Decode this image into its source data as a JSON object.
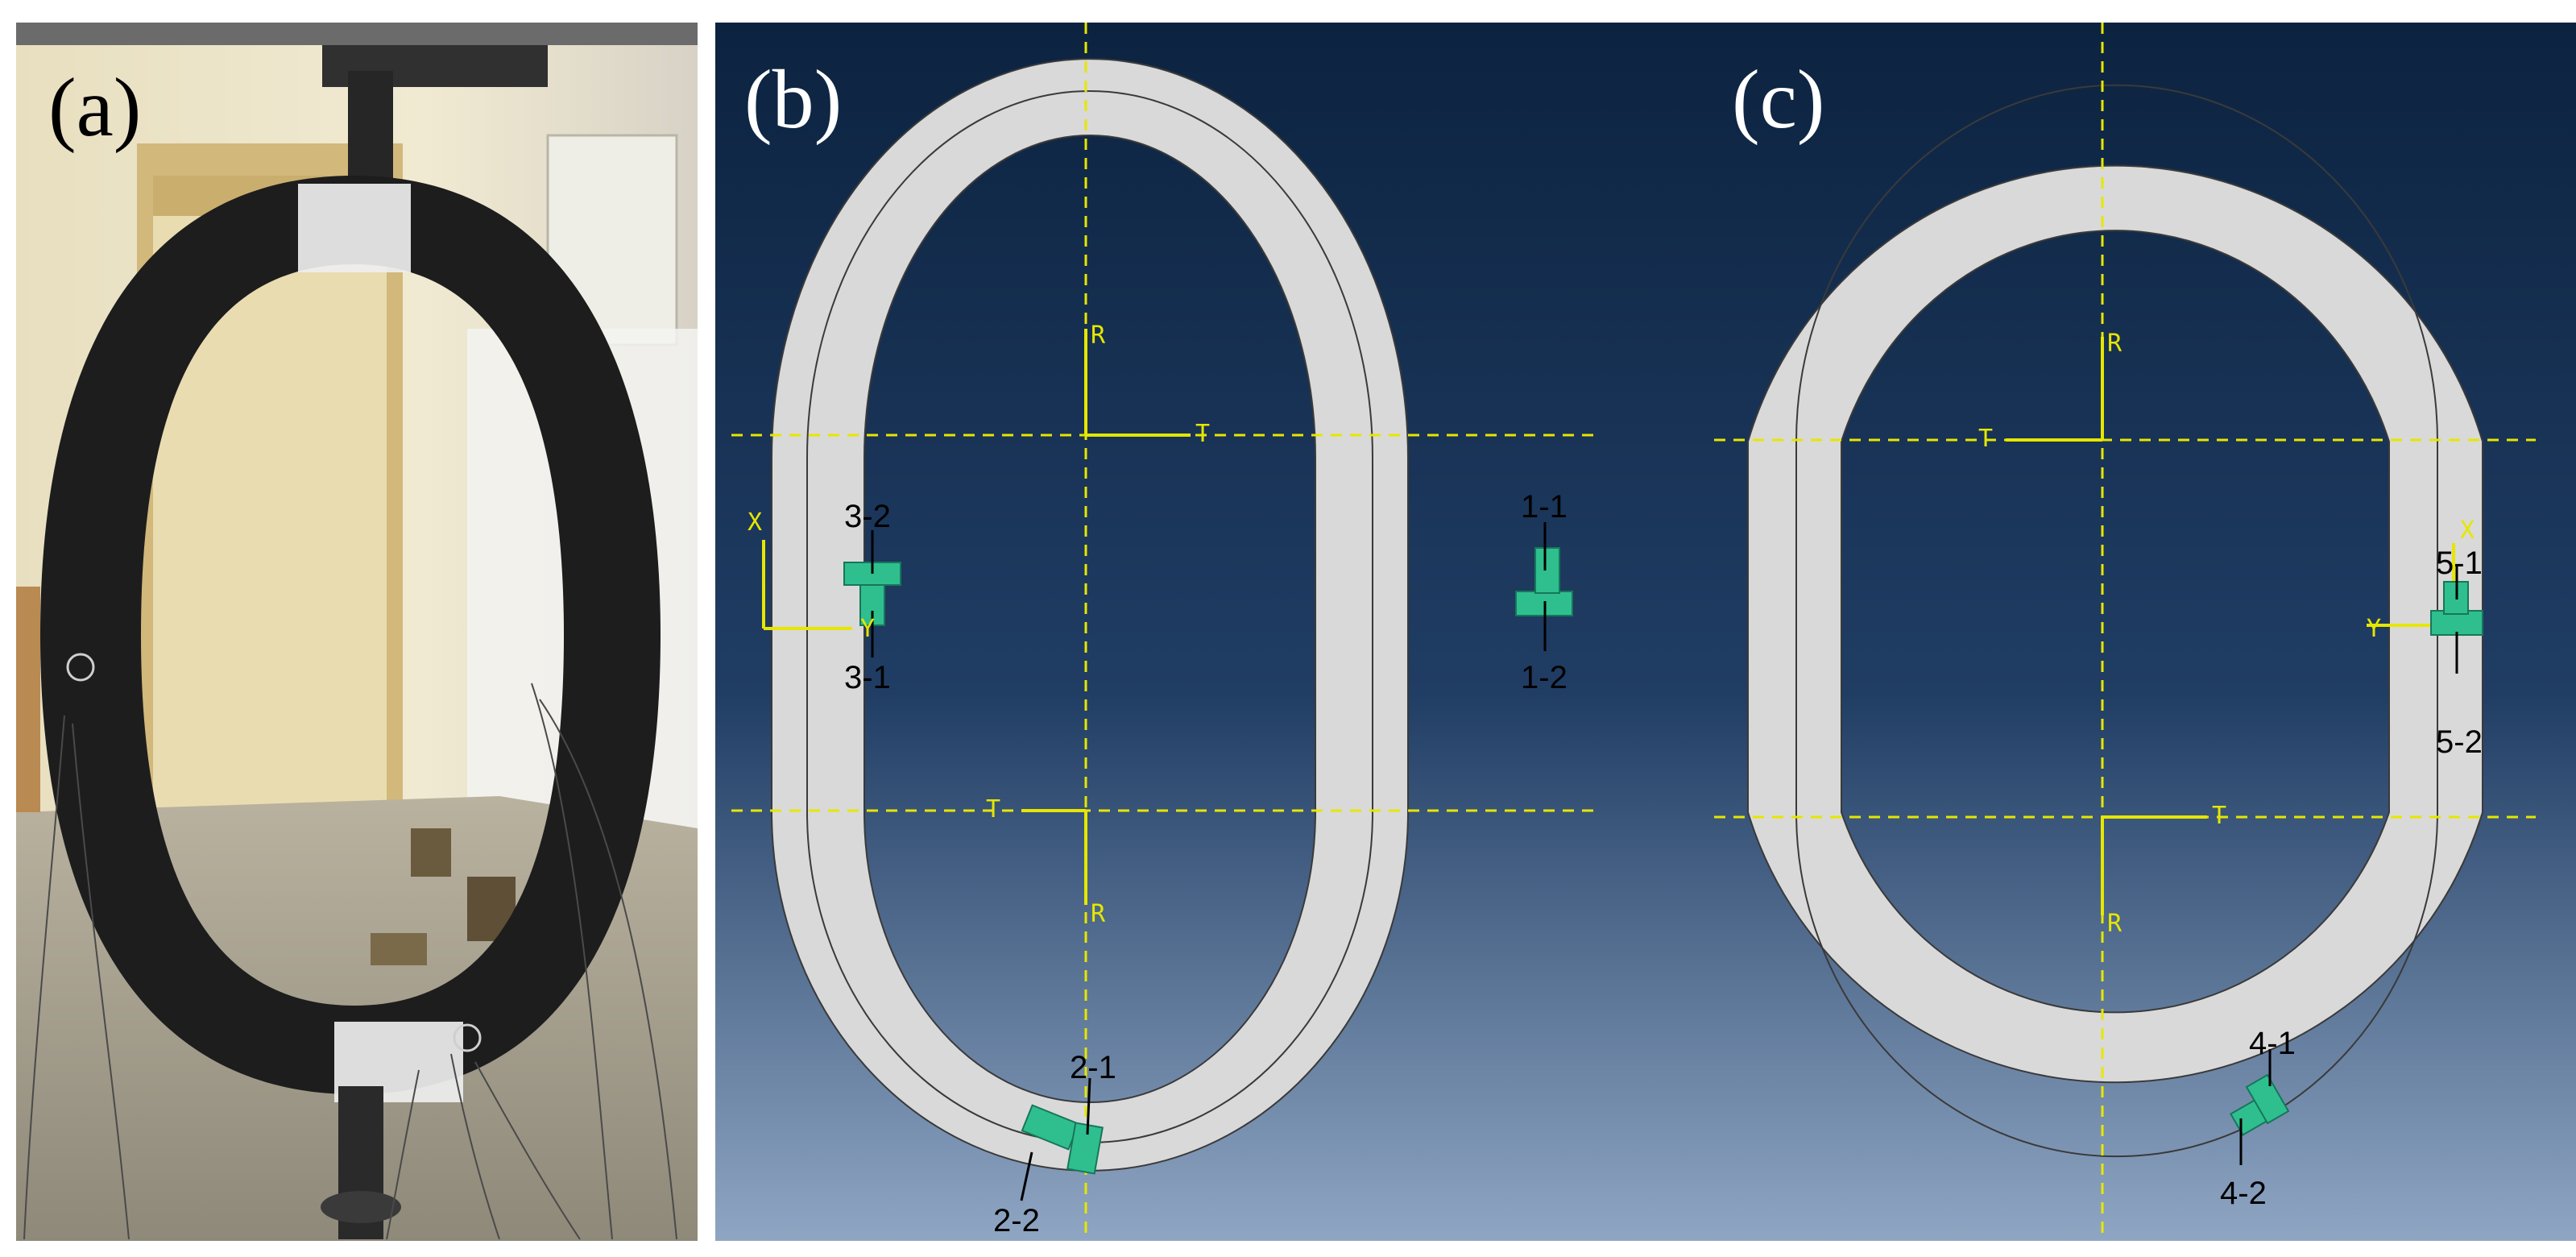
{
  "panels": {
    "a": {
      "label": "(a)"
    },
    "b": {
      "label": "(b)"
    },
    "c": {
      "label": "(c)"
    }
  },
  "axis_labels": {
    "radial": "R",
    "tangential": "T",
    "local_x": "X",
    "local_y": "Y"
  },
  "gauges_b": [
    "1-1",
    "1-2",
    "2-1",
    "2-2",
    "3-1",
    "3-2"
  ],
  "gauges_c": [
    "4-1",
    "4-2",
    "5-1",
    "5-2"
  ],
  "colors": {
    "viewport_top": "#0c2340",
    "viewport_bottom": "#8fa6c3",
    "ring": "#d9d9d9",
    "guide": "#e6e600",
    "gauge": "#2fbf8f",
    "specimen": "#1d1d1d"
  }
}
